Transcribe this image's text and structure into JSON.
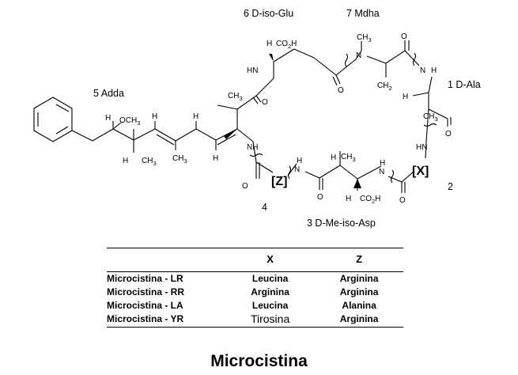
{
  "structure": {
    "residues": {
      "adda": "5 Adda",
      "d_iso_glu": "6 D-iso-Glu",
      "mdha": "7 Mdha",
      "d_ala": "1 D-Ala",
      "pos2": "2",
      "d_me_iso_asp": "3 D-Me-iso-Asp",
      "pos4": "4"
    },
    "variable_x": "X",
    "variable_z": "Z"
  },
  "table": {
    "columns": [
      "",
      "X",
      "Z"
    ],
    "rows": [
      {
        "name": "Microcistina - LR",
        "x": "Leucina",
        "z": "Arginina"
      },
      {
        "name": "Microcistina - RR",
        "x": "Arginina",
        "z": "Arginina"
      },
      {
        "name": "Microcistina - LA",
        "x": "Leucina",
        "z": "Alanina"
      },
      {
        "name": "Microcistina - YR",
        "x": "Tirosina",
        "z": "Arginina"
      }
    ]
  },
  "title": "Microcistina"
}
